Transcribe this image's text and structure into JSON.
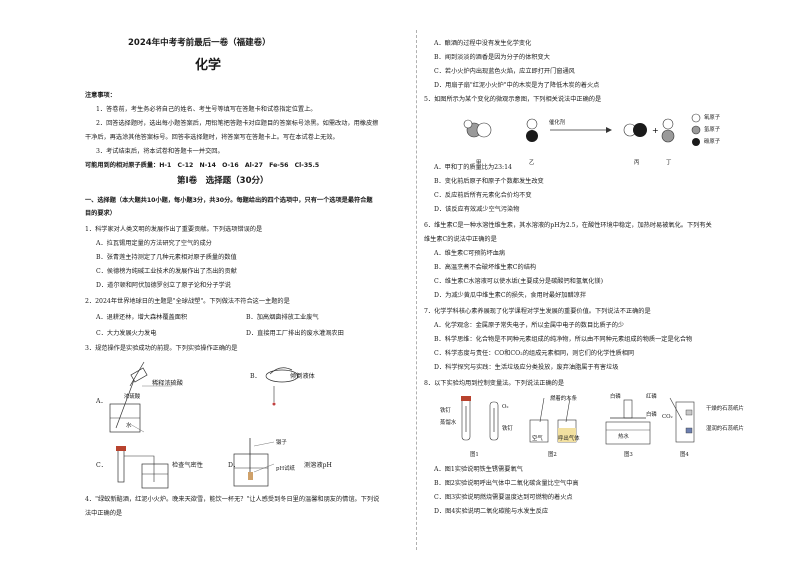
{
  "header": {
    "title": "2024年中考考前最后一卷（福建卷）",
    "subject": "化学"
  },
  "notice": {
    "heading": "注意事项：",
    "items": [
      "1．答卷前，考生务必将自己的姓名、考生号等填写在答题卡和试卷指定位置上。",
      "2．回答选择题时，选出每小题答案后，用铅笔把答题卡对应题目的答案标号涂黑。如需改动，用橡皮擦",
      "干净后，再选涂其他答案标号。回答非选择题时，将答案写在答题卡上。写在本试卷上无效。",
      "3．考试结束后，将本试卷和答题卡一并交回。"
    ],
    "atomic_masses": "可能用到的相对原子质量：H-1　C-12　N-14　O-16　Al-27　Fe-56　Cl-35.5"
  },
  "section1": {
    "title": "第Ⅰ卷　选择题（30分）",
    "instruction": [
      "一、选择题（本大题共10小题，每小题3分，共30分。每题给出的四个选项中，只有一个选项是最符合题",
      "目的要求）"
    ]
  },
  "q1": {
    "stem": "1．科学家对人类文明的发展作出了重要贡献。下列选项错误的是",
    "options": [
      "A．拉瓦锡用定量的方法研究了空气的成分",
      "B．张青莲主持测定了几种元素相对原子质量的数值",
      "C．侯德榜为纯碱工业技术的发展作出了杰出的贡献",
      "D．道尔顿和阿伏加德罗创立了原子论和分子学说"
    ]
  },
  "q2": {
    "stem": "2．2024年世界地球日的主题是\"全球战塑\"。下列做法不符合这一主题的是",
    "options": [
      "A．退耕还林，增大森林覆盖面积",
      "B．加高烟囱排放工业废气",
      "C．大力发展火力发电",
      "D．直接用工厂排出的废水灌溉农田"
    ]
  },
  "q3": {
    "stem": "3．规范操作是实验成功的前提。下列实验操作正确的是",
    "captions": [
      "A．",
      "稀释浓硫酸",
      "B．",
      "倾倒液体",
      "C．",
      "检查气密性",
      "D．",
      "测溶液pH"
    ],
    "labels": [
      "浓硫酸",
      "水",
      "镊子",
      "pH试纸"
    ]
  },
  "q4": {
    "stem": [
      "4．\"绿蚁新醅酒，红泥小火炉。晚来天欲雪，能饮一杯无？\"让人感受到冬日里的温馨和朋友的情谊。下列说",
      "法中正确的是"
    ],
    "options": [
      "A．酿酒的过程中没有发生化学变化",
      "B．闻到淡淡的酒香是因为分子的体积变大",
      "C．若小火炉内出现蓝色火焰，应立即打开门窗通风",
      "D．用扇子扇\"红泥小火炉\"中的木炭是为了降低木炭的着火点"
    ]
  },
  "q5": {
    "stem": "5．如图所示为某个变化的微观示意图，下列相关说法中正确的是",
    "catalyst": "催化剂",
    "molecules": [
      "甲",
      "乙",
      "丙",
      "丁"
    ],
    "legend": [
      "氧原子",
      "氢原子",
      "碳原子"
    ],
    "options": [
      "A．甲和丁的质量比为23:14",
      "B．变化前后原子和原子个数都发生改变",
      "C．反应前后所有元素化合价均不变",
      "D．该反应有效减少空气污染物"
    ]
  },
  "q6": {
    "stem": [
      "6．维生素C是一种水溶性维生素，其水溶液的pH为2.5，在酸性环境中稳定，加热时易被氧化。下列有关",
      "维生素C的说法中正确的是"
    ],
    "options": [
      "A．维生素C可预防坏血病",
      "B．高温烹煮不会破坏维生素C的结构",
      "C．维生素C水溶液可以使水垢(主要成分是碳酸钙和氢氧化镁)",
      "D．为减少黄瓜中维生素C的损失，食用时最好加醋凉拌"
    ]
  },
  "q7": {
    "stem": "7．化学学科核心素养展现了化学课程对学生发展的重要价值。下列说法不正确的是",
    "options": [
      "A．化学观念：金属原子常失电子，所以金属中电子的数目比质子的少",
      "B．科学思维：化合物是不同种元素组成的纯净物，所以由不同种元素组成的物质一定是化合物",
      "C．科学态度与责任：CO和CO₂的组成元素相同，则它们的化学性质相同",
      "D．科学探究与实践：生活垃圾应分类投放，废弃油脂属于有害垃圾"
    ]
  },
  "q8": {
    "stem": "8．以下实验均用到控制变量法。下列说法正确的是",
    "figure_labels": [
      "图1",
      "图2",
      "图3",
      "图4"
    ],
    "annotations": [
      "铁钉",
      "蒸馏水",
      "O₂",
      "铁钉",
      "燃着的木条",
      "空气",
      "呼出气体",
      "白磷",
      "热水",
      "红磷",
      "白磷",
      "CO₂",
      "干燥的石蕊纸片",
      "湿润的石蕊纸片"
    ],
    "options": [
      "A．图1实验说明铁生锈需要氧气",
      "B．图2实验说明呼出气体中二氧化碳含量比空气中高",
      "C．图3实验说明燃烧需要温度达到可燃物的着火点",
      "D．图4实验说明二氧化碳能与水发生反应"
    ]
  }
}
